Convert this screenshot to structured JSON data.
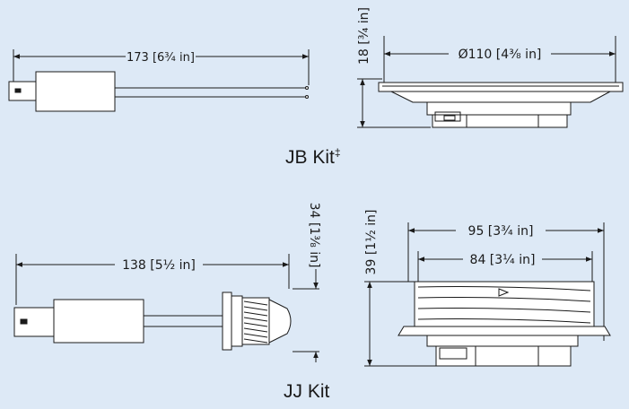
{
  "jb_kit": {
    "title": "JB Kit",
    "title_mark": "‡",
    "dim_cable_length": "173 [6¾ in]",
    "dim_height": "18 [¾ in]",
    "dim_diameter": "Ø110 [4⅜ in]"
  },
  "jj_kit": {
    "title": "JJ Kit",
    "dim_cable_length": "138 [5½ in]",
    "dim_nut_diameter": "34 [1⅜ in]",
    "dim_height": "39 [1½ in]",
    "dim_outer_width": "95 [3¾ in]",
    "dim_inner_width": "84 [3¼ in]"
  },
  "colors": {
    "background": "#dde9f6",
    "line": "#1a1a1a",
    "fill": "#ffffff"
  }
}
